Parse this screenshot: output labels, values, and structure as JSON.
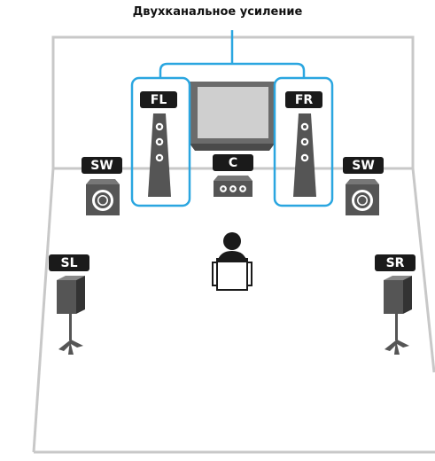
{
  "title": "Двухканальное усиление",
  "speakers": {
    "fl": "FL",
    "fr": "FR",
    "c": "C",
    "sw_left": "SW",
    "sw_right": "SW",
    "sl": "SL",
    "sr": "SR"
  },
  "colors": {
    "highlight": "#2aa6e0",
    "wall": "#c8c8c8",
    "label_bg": "#1a1a1a",
    "screen": "#cfcfcf"
  }
}
